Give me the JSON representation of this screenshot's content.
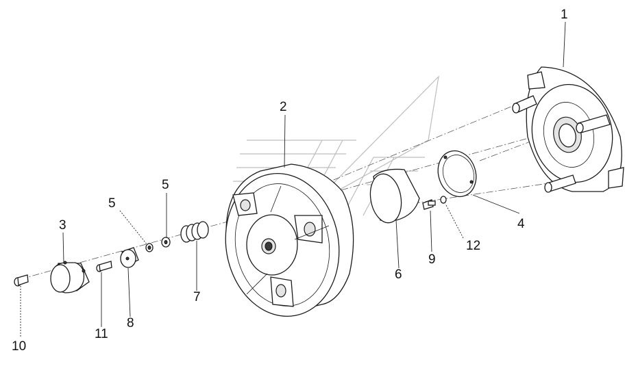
{
  "callouts": [
    {
      "id": "1",
      "text": "1"
    },
    {
      "id": "2",
      "text": "2"
    },
    {
      "id": "3",
      "text": "3"
    },
    {
      "id": "4",
      "text": "4"
    },
    {
      "id": "5a",
      "text": "5"
    },
    {
      "id": "5b",
      "text": "5"
    },
    {
      "id": "6",
      "text": "6"
    },
    {
      "id": "7",
      "text": "7"
    },
    {
      "id": "8",
      "text": "8"
    },
    {
      "id": "9",
      "text": "9"
    },
    {
      "id": "10",
      "text": "10"
    },
    {
      "id": "11",
      "text": "11"
    },
    {
      "id": "12",
      "text": "12"
    }
  ]
}
